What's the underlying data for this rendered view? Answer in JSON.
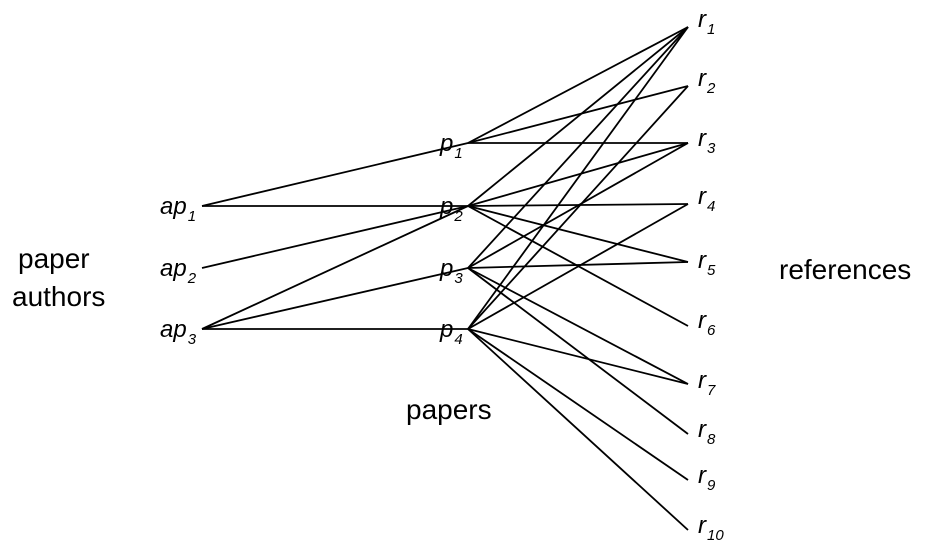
{
  "group_labels": {
    "authors_line1": "paper",
    "authors_line2": "authors",
    "papers": "papers",
    "references": "references"
  },
  "nodes": {
    "authors": [
      {
        "id": "ap1",
        "base": "ap",
        "sub": "1"
      },
      {
        "id": "ap2",
        "base": "ap",
        "sub": "2"
      },
      {
        "id": "ap3",
        "base": "ap",
        "sub": "3"
      }
    ],
    "papers": [
      {
        "id": "p1",
        "base": "p",
        "sub": "1"
      },
      {
        "id": "p2",
        "base": "p",
        "sub": "2"
      },
      {
        "id": "p3",
        "base": "p",
        "sub": "3"
      },
      {
        "id": "p4",
        "base": "p",
        "sub": "4"
      }
    ],
    "references": [
      {
        "id": "r1",
        "base": "r",
        "sub": "1"
      },
      {
        "id": "r2",
        "base": "r",
        "sub": "2"
      },
      {
        "id": "r3",
        "base": "r",
        "sub": "3"
      },
      {
        "id": "r4",
        "base": "r",
        "sub": "4"
      },
      {
        "id": "r5",
        "base": "r",
        "sub": "5"
      },
      {
        "id": "r6",
        "base": "r",
        "sub": "6"
      },
      {
        "id": "r7",
        "base": "r",
        "sub": "7"
      },
      {
        "id": "r8",
        "base": "r",
        "sub": "8"
      },
      {
        "id": "r9",
        "base": "r",
        "sub": "9"
      },
      {
        "id": "r10",
        "base": "r",
        "sub": "10"
      }
    ]
  },
  "edges": [
    [
      "ap1",
      "p1"
    ],
    [
      "ap1",
      "p2"
    ],
    [
      "ap2",
      "p2"
    ],
    [
      "ap3",
      "p2"
    ],
    [
      "ap3",
      "p3"
    ],
    [
      "ap3",
      "p4"
    ],
    [
      "p1",
      "r1"
    ],
    [
      "p1",
      "r2"
    ],
    [
      "p1",
      "r3"
    ],
    [
      "p2",
      "r1"
    ],
    [
      "p2",
      "r3"
    ],
    [
      "p2",
      "r4"
    ],
    [
      "p2",
      "r5"
    ],
    [
      "p2",
      "r6"
    ],
    [
      "p3",
      "r1"
    ],
    [
      "p3",
      "r3"
    ],
    [
      "p3",
      "r5"
    ],
    [
      "p3",
      "r7"
    ],
    [
      "p3",
      "r8"
    ],
    [
      "p4",
      "r1"
    ],
    [
      "p4",
      "r2"
    ],
    [
      "p4",
      "r4"
    ],
    [
      "p4",
      "r7"
    ],
    [
      "p4",
      "r9"
    ],
    [
      "p4",
      "r10"
    ]
  ]
}
